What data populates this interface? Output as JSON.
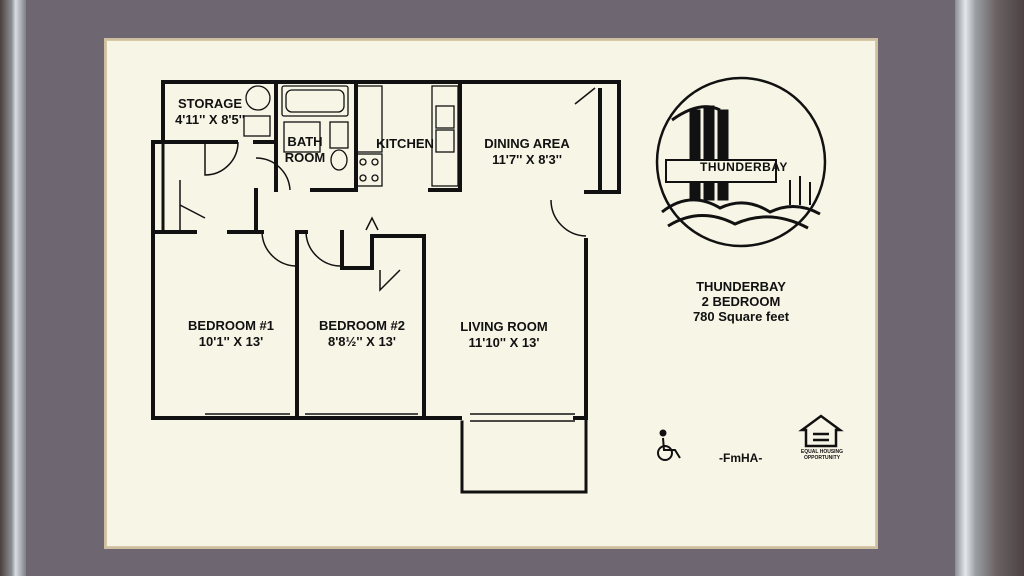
{
  "rooms": {
    "storage": {
      "name": "STORAGE",
      "dim": "4'11'' X 8'5''"
    },
    "bath": {
      "name_line1": "BATH",
      "name_line2": "ROOM"
    },
    "kitchen": {
      "name": "KITCHEN"
    },
    "dining": {
      "name": "DINING AREA",
      "dim": "11'7'' X 8'3''"
    },
    "bedroom1": {
      "name": "BEDROOM #1",
      "dim": "10'1'' X 13'"
    },
    "bedroom2": {
      "name": "BEDROOM #2",
      "dim": "8'8½'' X 13'"
    },
    "living": {
      "name": "LIVING ROOM",
      "dim": "11'10'' X 13'"
    }
  },
  "logo": {
    "text": "THUNDERBAY"
  },
  "info": {
    "line1": "THUNDERBAY",
    "line2": "2 BEDROOM",
    "line3": "780 Square feet"
  },
  "footer": {
    "fmha": "-FmHA-",
    "eho_line1": "EQUAL HOUSING",
    "eho_line2": "OPPORTUNITY"
  },
  "icons": {
    "accessibility": "wheelchair-icon",
    "equal_housing": "equal-housing-icon"
  },
  "colors": {
    "ink": "#111111",
    "paper": "#f6f5e6",
    "mat": "#6e6670"
  }
}
